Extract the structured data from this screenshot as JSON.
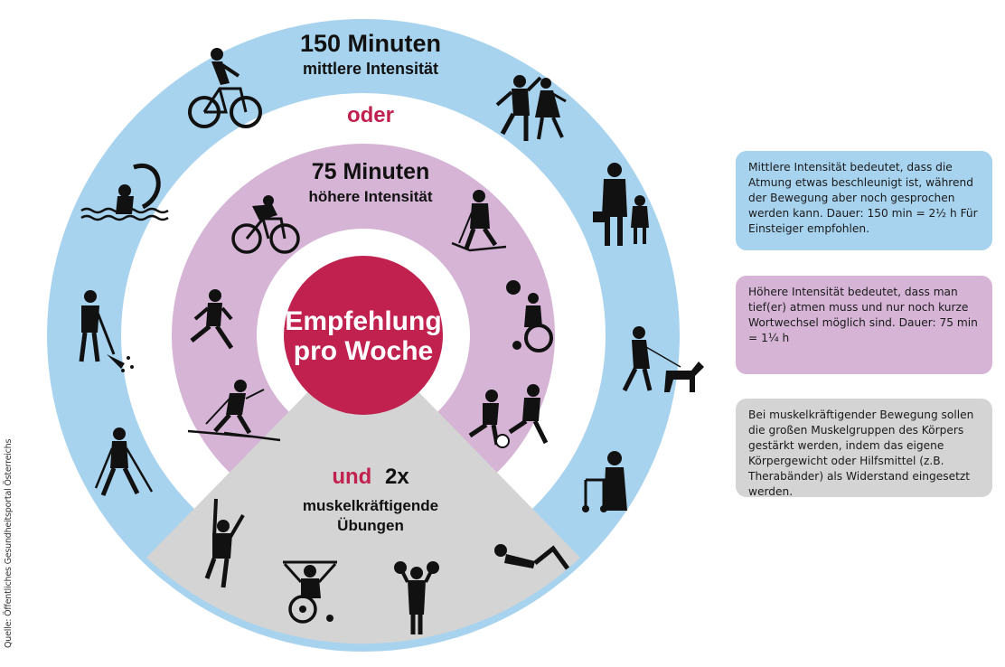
{
  "outer_ring": {
    "title": "150 Minuten",
    "subtitle": "mittlere Intensität",
    "color": "#a8d3ef"
  },
  "connector_or": {
    "text": "oder",
    "color": "#c0214e"
  },
  "middle_ring": {
    "title": "75 Minuten",
    "subtitle": "höhere Intensität",
    "color": "#d5b4d6"
  },
  "center": {
    "line1": "Empfehlung",
    "line2": "pro Woche",
    "color": "#c0214e"
  },
  "strength": {
    "und": "und",
    "times": "2x",
    "line1": "muskelkräftigende",
    "line2": "Übungen",
    "color": "#d4d4d4"
  },
  "notes": {
    "moderate": "Mittlere Intensität bedeutet, dass die Atmung etwas beschleunigt ist, während der Bewegung aber noch gesprochen werden kann. Dauer: 150 min = 2½ h Für Einsteiger empfohlen.",
    "vigorous": "Höhere Intensität bedeutet, dass man tief(er) atmen muss und nur noch kurze Wortwechsel möglich sind. Dauer: 75 min = 1¼ h",
    "strength": "Bei muskelkräftigender Bewegung sollen die großen Muskelgruppen des Körpers gestärkt werden, indem das eigene Körpergewicht oder Hilfsmittel (z.B. Therabänder) als Widerstand eingesetzt werden."
  },
  "source": "Quelle: Öffentliches Gesundheitsportal Österreichs",
  "icons": {
    "outer": [
      "cycling-icon",
      "dancing-couple-icon",
      "swimming-icon",
      "walking-with-child-icon",
      "raking-leaves-icon",
      "walking-dog-icon",
      "nordic-walking-icon",
      "walker-senior-icon"
    ],
    "middle": [
      "racing-cyclist-icon",
      "hiking-icon",
      "running-icon",
      "wheelchair-basketball-icon",
      "cross-country-skiing-icon",
      "soccer-icon"
    ],
    "strength": [
      "climbing-icon",
      "wheelchair-band-exercise-icon",
      "dumbbell-icon",
      "situps-icon"
    ]
  }
}
